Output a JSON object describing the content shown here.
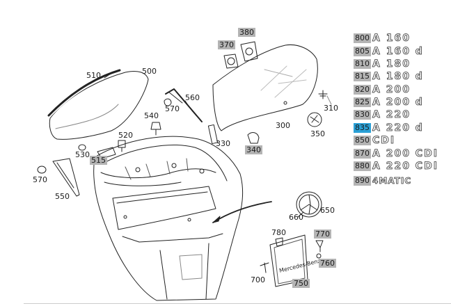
{
  "callouts": {
    "n300": "300",
    "n310": "310",
    "n330": "330",
    "n340": "340",
    "n350": "350",
    "n370": "370",
    "n380": "380",
    "n500": "500",
    "n510": "510",
    "n515": "515",
    "n520": "520",
    "n530": "530",
    "n540": "540",
    "n550": "550",
    "n560": "560",
    "n570a": "570",
    "n570b": "570",
    "n650": "650",
    "n660": "660",
    "n700": "700",
    "n750": "750",
    "n760": "760",
    "n770": "770",
    "n780": "780"
  },
  "plate_text": "Mercedes-Benz",
  "legend": [
    {
      "number": "800",
      "badge": "A 160",
      "active": false
    },
    {
      "number": "805",
      "badge": "A 160 d",
      "active": false
    },
    {
      "number": "810",
      "badge": "A 180",
      "active": false
    },
    {
      "number": "815",
      "badge": "A 180 d",
      "active": false
    },
    {
      "number": "820",
      "badge": "A 200",
      "active": false
    },
    {
      "number": "825",
      "badge": "A 200 d",
      "active": false
    },
    {
      "number": "830",
      "badge": "A 220",
      "active": false
    },
    {
      "number": "835",
      "badge": "A 220 d",
      "active": true
    },
    {
      "number": "850",
      "badge": "CDI",
      "active": false
    },
    {
      "number": "870",
      "badge": "A 200 CDI",
      "active": false
    },
    {
      "number": "880",
      "badge": "A 220 CDI",
      "active": false
    },
    {
      "number": "890",
      "badge": "4MATIC",
      "active": false
    }
  ],
  "colors": {
    "label_highlight": "#b4b4b4",
    "selected_highlight": "#2aa0d6",
    "line": "#222222"
  }
}
